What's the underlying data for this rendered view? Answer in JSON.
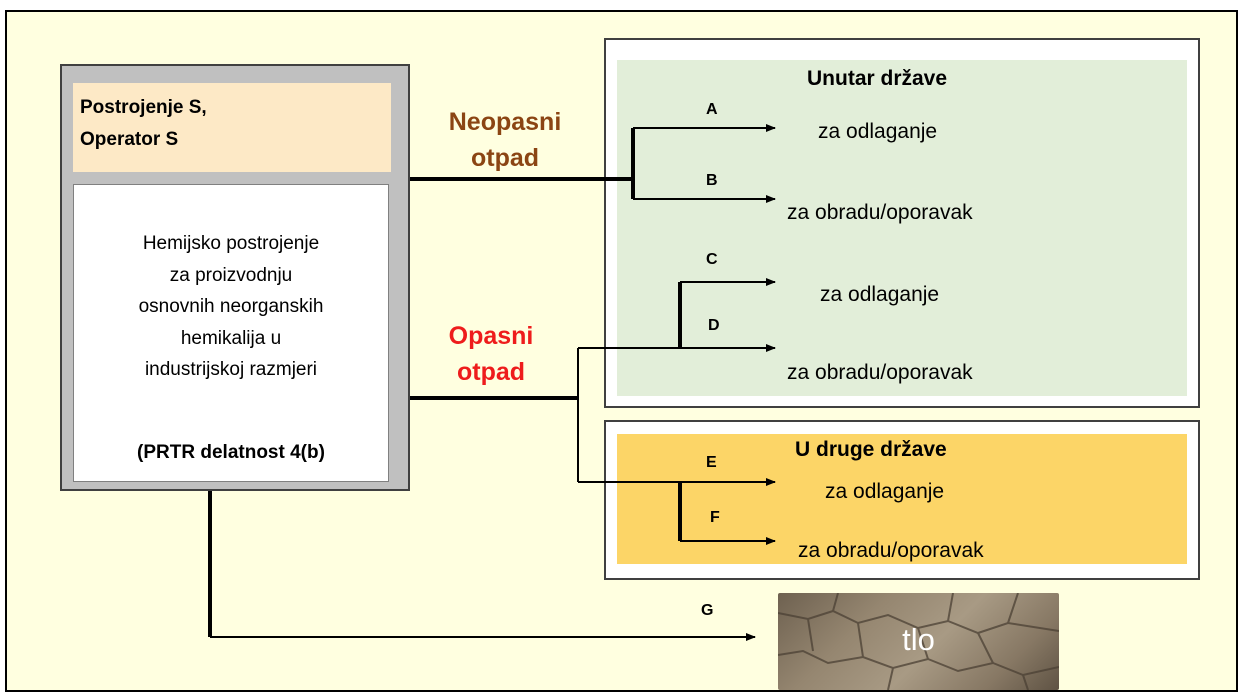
{
  "facility": {
    "header_line1": "Postrojenje S,",
    "header_line2": "Operator S",
    "description": [
      "Hemijsko postrojenje",
      "za proizvodnju",
      "osnovnih neorganskih",
      "hemikalija u",
      "industrijskoj razmjeri"
    ],
    "prtr": "(PRTR delatnost 4(b)"
  },
  "waste": {
    "non_hazardous": {
      "line1": "Neopasni",
      "line2": "otpad",
      "color": "#8b4513"
    },
    "hazardous": {
      "line1": "Opasni",
      "line2": "otpad",
      "color": "#ee1c1c"
    }
  },
  "domestic": {
    "heading": "Unutar države",
    "routes": [
      {
        "letter": "A",
        "label": "za odlaganje"
      },
      {
        "letter": "B",
        "label": "za obradu/oporavak"
      },
      {
        "letter": "C",
        "label": "za odlaganje"
      },
      {
        "letter": "D",
        "label": "za obradu/oporavak"
      }
    ]
  },
  "foreign": {
    "heading": "U druge države",
    "routes": [
      {
        "letter": "E",
        "label": "za odlaganje"
      },
      {
        "letter": "F",
        "label": "za obradu/oporavak"
      }
    ]
  },
  "soil": {
    "letter": "G",
    "label": "tlo"
  },
  "colors": {
    "frame": "#ffffe0",
    "domestic": "#e2eed9",
    "foreign": "#fcd567",
    "header": "#fde9c6"
  }
}
